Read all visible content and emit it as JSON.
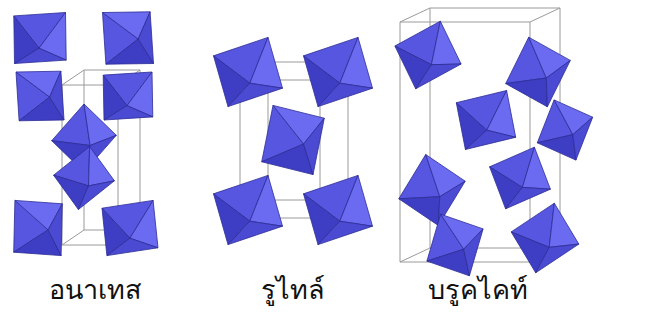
{
  "diagram": {
    "labels": [
      "อนาเทส",
      "รูไทล์",
      "บรูคไคท์"
    ]
  }
}
